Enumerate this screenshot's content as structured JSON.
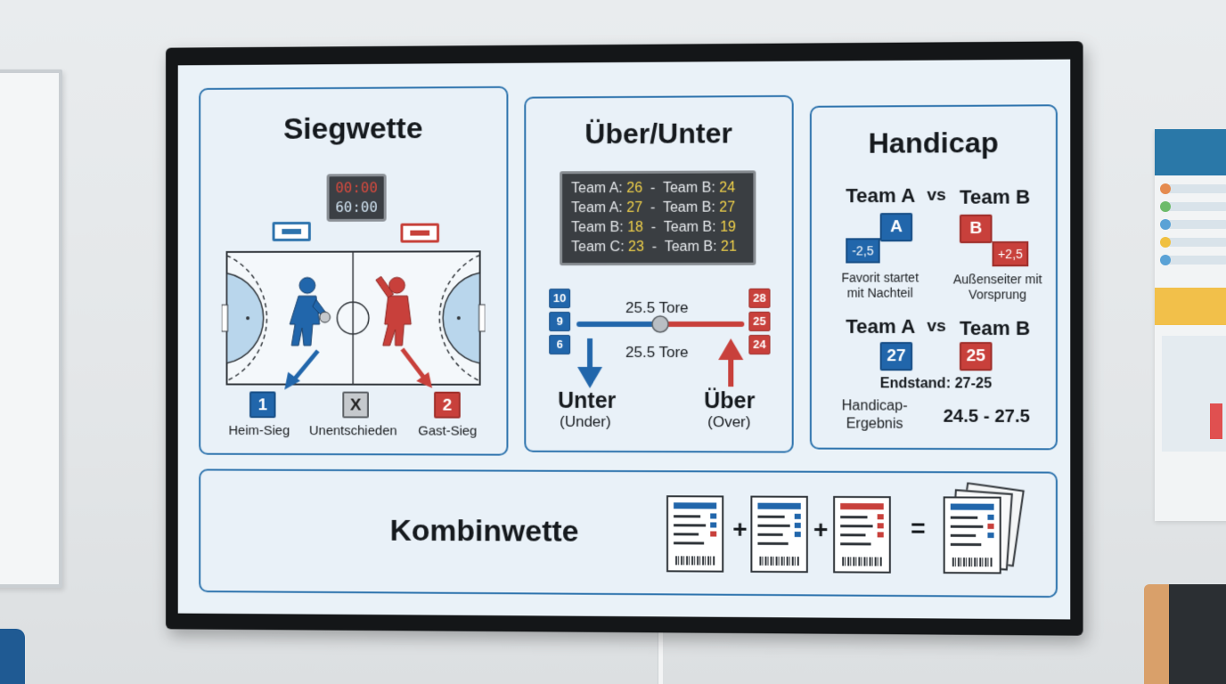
{
  "siegwette": {
    "title": "Siegwette",
    "clock": {
      "top": "00:00",
      "bottom": "60:00"
    },
    "outcomes": [
      {
        "marker": "1",
        "label": "Heim-Sieg"
      },
      {
        "marker": "X",
        "label": "Unentschieden"
      },
      {
        "marker": "2",
        "label": "Gast-Sieg"
      }
    ]
  },
  "ueber_unter": {
    "title": "Über/Unter",
    "scoreboard": [
      {
        "t1": "Team A:",
        "s1": "26",
        "sep": "-",
        "t2": "Team B:",
        "s2": "24"
      },
      {
        "t1": "Team A:",
        "s1": "27",
        "sep": "-",
        "t2": "Team B:",
        "s2": "27"
      },
      {
        "t1": "Team B:",
        "s1": "18",
        "sep": "-",
        "t2": "Team B:",
        "s2": "19"
      },
      {
        "t1": "Team C:",
        "s1": "23",
        "sep": "-",
        "t2": "Team B:",
        "s2": "21"
      }
    ],
    "line_top": "25.5 Tore",
    "line_bottom": "25.5 Tore",
    "under_values": [
      "10",
      "9",
      "6"
    ],
    "over_values": [
      "28",
      "25",
      "24"
    ],
    "under_label": "Unter",
    "under_sub": "(Under)",
    "over_label": "Über",
    "over_sub": "(Over)"
  },
  "handicap": {
    "title": "Handicap",
    "team_a": "Team A",
    "vs": "vs",
    "team_b": "Team B",
    "badge_a": "A",
    "badge_b": "B",
    "hc_a": "-2,5",
    "hc_b": "+2,5",
    "note_a": "Favorit startet mit Nachteil",
    "note_b": "Außenseiter mit Vorsprung",
    "team_a2": "Team A",
    "vs2": "vs",
    "team_b2": "Team B",
    "score_a": "27",
    "score_b": "25",
    "endstand": "Endstand: 27-25",
    "result_label": "Handicap-Ergebnis",
    "result_value": "24.5 - 27.5"
  },
  "kombi": {
    "title": "Kombinwette",
    "plus1": "+",
    "plus2": "+",
    "equals": "="
  },
  "colors": {
    "blue": "#2166ab",
    "red": "#c8403b",
    "frame": "#2d73ad"
  }
}
